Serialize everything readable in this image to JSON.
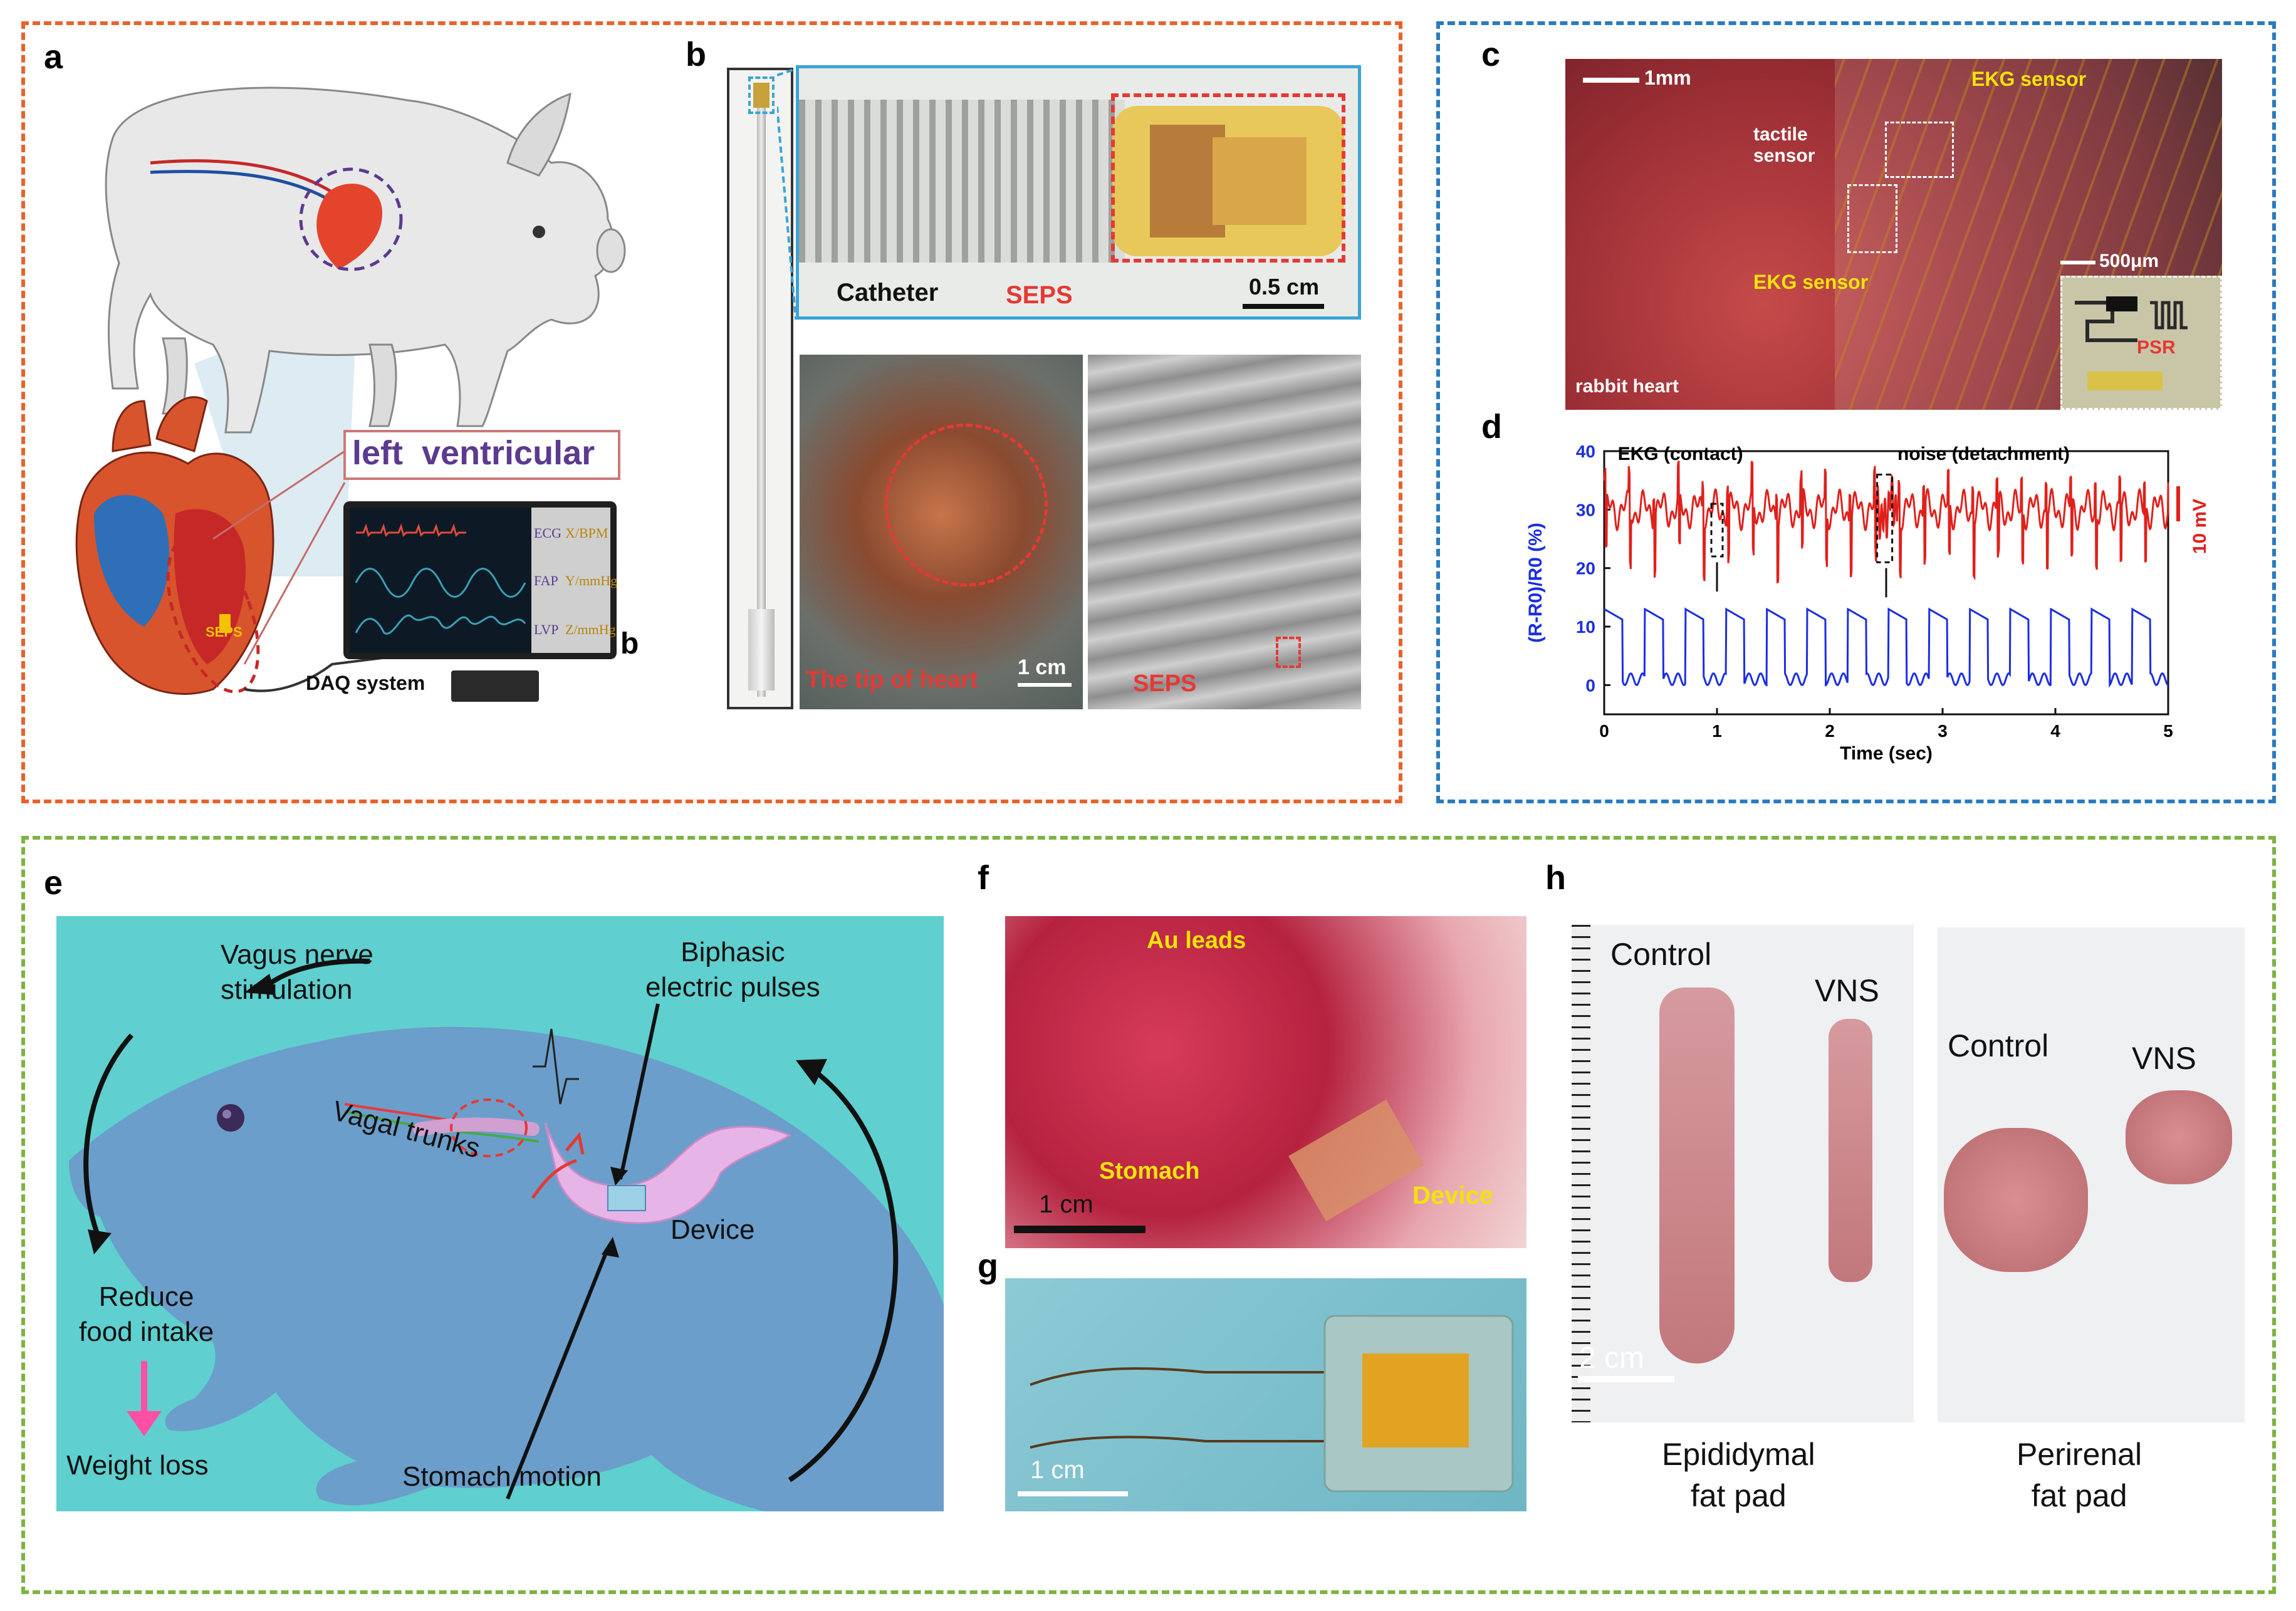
{
  "panels": {
    "a": "a",
    "b": "b",
    "c": "c",
    "d": "d",
    "e": "e",
    "f": "f",
    "g": "g",
    "h": "h"
  },
  "colors": {
    "top_left_border": "#e8622c",
    "top_right_border": "#2a7bbf",
    "bottom_border": "#7cb342",
    "red_label": "#e53935",
    "yellow_label": "#f4e20c",
    "mouse_bg": "#5fcfcf",
    "mouse_body": "#6b9bc9",
    "purple": "#5b3a8f"
  },
  "panel_a": {
    "title": "left  ventricular",
    "monitor_rows": [
      {
        "label": "ECG",
        "unit": "X/BPM"
      },
      {
        "label": "FAP",
        "unit": "Y/mmHg"
      },
      {
        "label": "LVP",
        "unit": "Z/mmHg"
      }
    ],
    "daq": "DAQ system",
    "seps_small": "SEPS",
    "corner_b": "b"
  },
  "panel_b": {
    "catheter": "Catheter",
    "seps": "SEPS",
    "scale_top": "0.5 cm",
    "tip_of_heart": "The tip of heart",
    "scale_left": "1 cm",
    "seps_xray": "SEPS"
  },
  "panel_c": {
    "scale": "1mm",
    "ekg_top": "EKG sensor",
    "tactile": "tactile\nsensor",
    "ekg_bottom": "EKG sensor",
    "rabbit": "rabbit heart",
    "scale_inset": "500μm",
    "psr": "PSR"
  },
  "chart_data": {
    "type": "line",
    "xlabel": "Time (sec)",
    "ylabel_left": "(R-R0)/R0 (%)",
    "ylabel_right": "10 mV",
    "xlim": [
      0,
      5
    ],
    "ylim": [
      -5,
      40
    ],
    "xticks": [
      "0",
      "1",
      "2",
      "3",
      "4",
      "5"
    ],
    "yticks": [
      "0",
      "10",
      "20",
      "30",
      "40"
    ],
    "annotations": [
      "EKG (contact)",
      "noise (detachment)"
    ],
    "series": [
      {
        "name": "",
        "color": "#e0201b",
        "baseline": 30,
        "beats_per_sec": 4.6
      },
      {
        "name": "",
        "color": "#1b2ee0",
        "low": 1,
        "high": 13,
        "period_sec": 0.36
      }
    ]
  },
  "panel_e": {
    "vns": "Vagus nerve\nstimulation",
    "biphasic": "Biphasic\nelectric pulses",
    "vagal": "Vagal trunks",
    "device": "Device",
    "reduce": "Reduce\nfood intake",
    "weight": "Weight loss",
    "stomach_motion": "Stomach motion"
  },
  "panel_f": {
    "au": "Au leads",
    "stomach": "Stomach",
    "device": "Device",
    "scale": "1 cm"
  },
  "panel_g": {
    "scale": "1 cm"
  },
  "panel_h": {
    "control1": "Control",
    "vns1": "VNS",
    "control2": "Control",
    "vns2": "VNS",
    "scale": "2 cm",
    "epi": "Epididymal\nfat pad",
    "peri": "Perirenal\nfat pad"
  }
}
